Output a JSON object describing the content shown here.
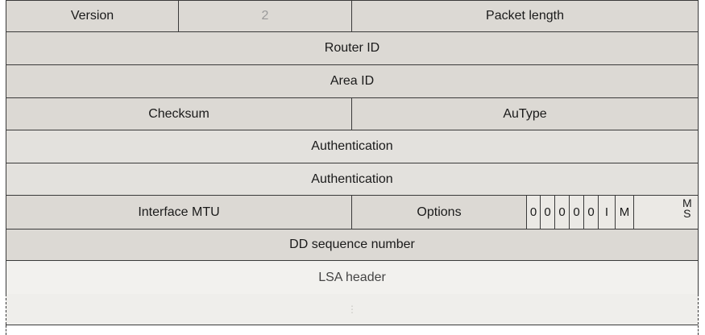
{
  "diagram": {
    "version": "Version",
    "type_value": "2",
    "packet_length": "Packet length",
    "router_id": "Router ID",
    "area_id": "Area ID",
    "checksum": "Checksum",
    "autype": "AuType",
    "authentication_1": "Authentication",
    "authentication_2": "Authentication",
    "interface_mtu": "Interface MTU",
    "options": "Options",
    "bits": [
      "0",
      "0",
      "0",
      "0",
      "0",
      "I",
      "M"
    ],
    "ms_top": "M",
    "ms_bottom": "S",
    "dd_sequence_number": "DD sequence number",
    "lsa_header": "LSA header",
    "ellipsis": "⋮"
  }
}
